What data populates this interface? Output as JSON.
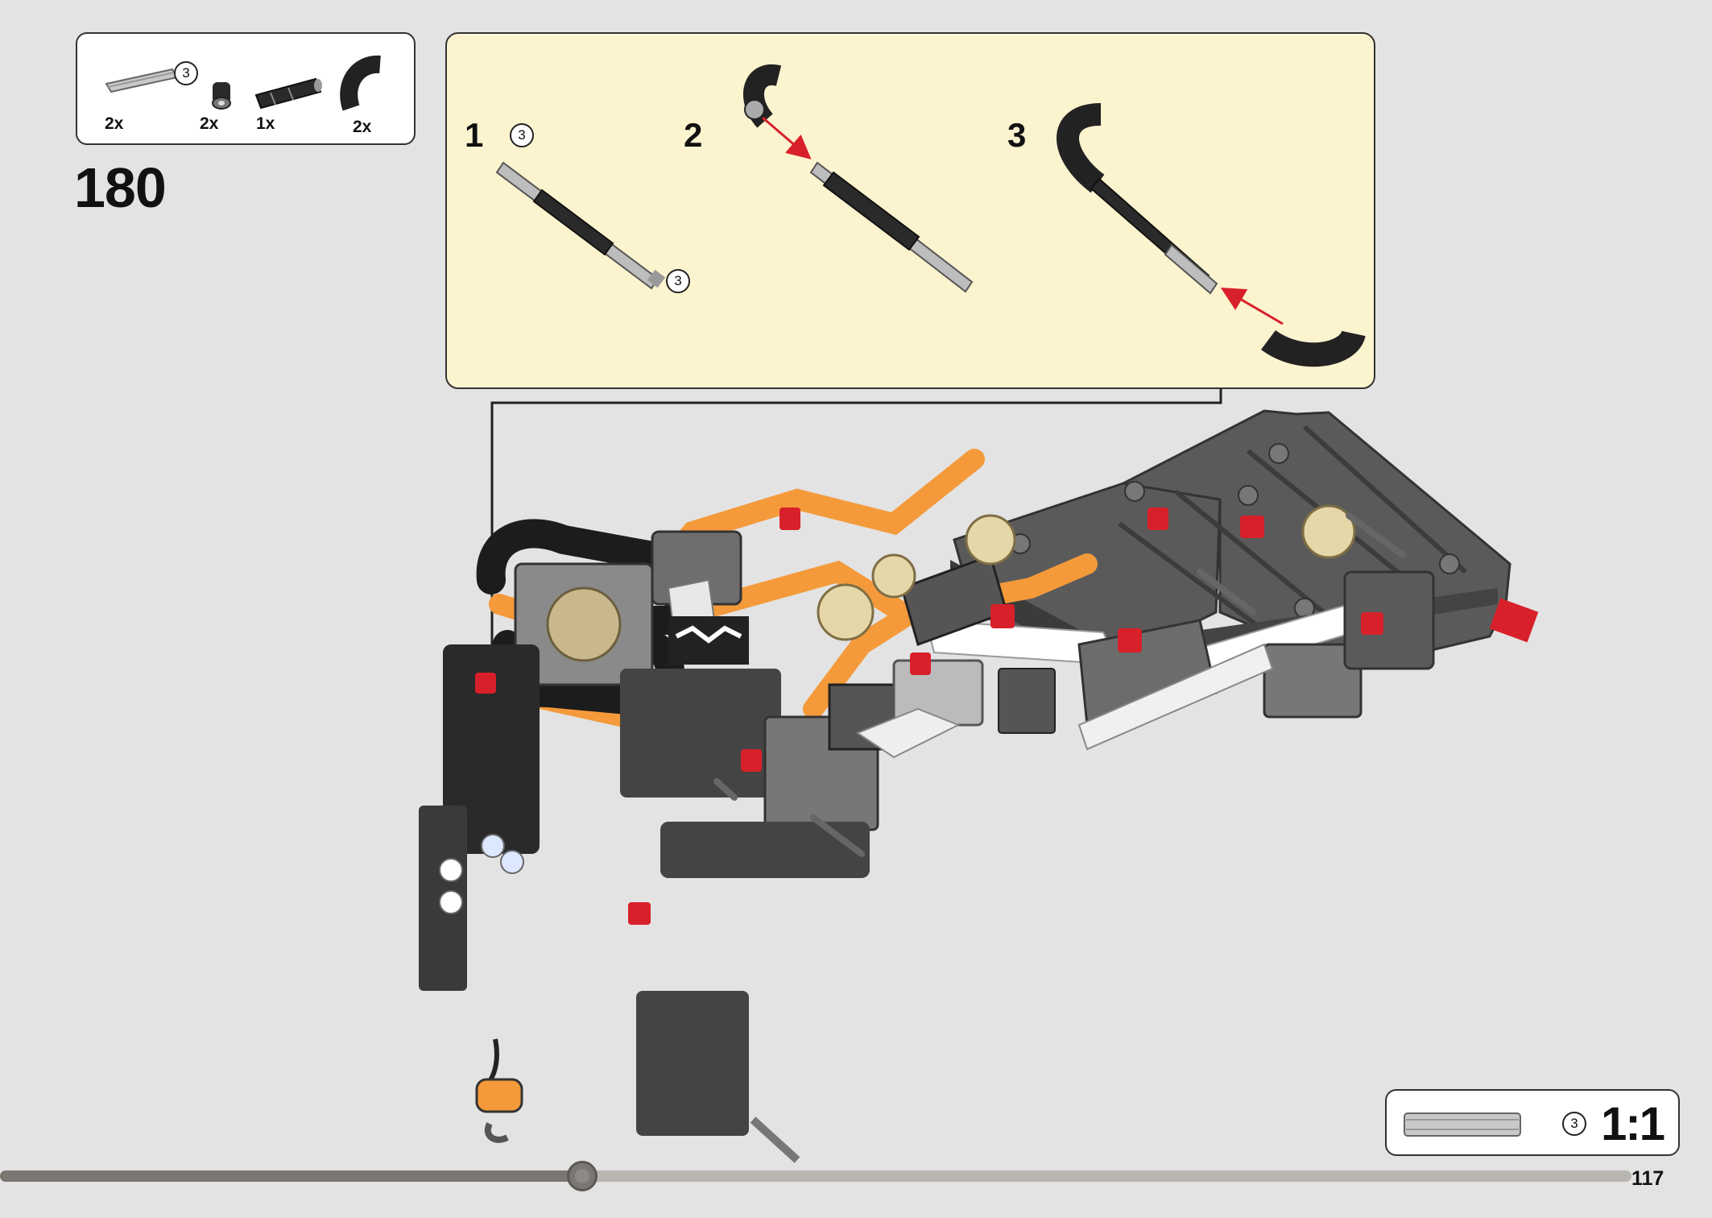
{
  "parts_list": {
    "items": [
      {
        "name": "axle-3",
        "qty": "2x",
        "length_badge": "3"
      },
      {
        "name": "bush",
        "qty": "2x"
      },
      {
        "name": "axle-connector",
        "qty": "1x"
      },
      {
        "name": "bent-hose",
        "qty": "2x"
      }
    ]
  },
  "step": {
    "number": "180"
  },
  "sub_assembly": {
    "steps": [
      {
        "number": "1",
        "badges": [
          "3",
          "3"
        ]
      },
      {
        "number": "2"
      },
      {
        "number": "3"
      }
    ]
  },
  "scale_ruler": {
    "length_badge": "3",
    "scale_label": "1:1"
  },
  "page": {
    "number": "117"
  },
  "progress": {
    "fraction": 0.357
  },
  "colors": {
    "background": "#e3e3e3",
    "callout_fill": "#fcf3cf",
    "orange": "#f49a3b",
    "dark_gray": "#5d5d5d",
    "black": "#1c1c1c",
    "red": "#d8202a",
    "light_gray": "#bdbdbd",
    "arrow_red": "#d8202a"
  }
}
